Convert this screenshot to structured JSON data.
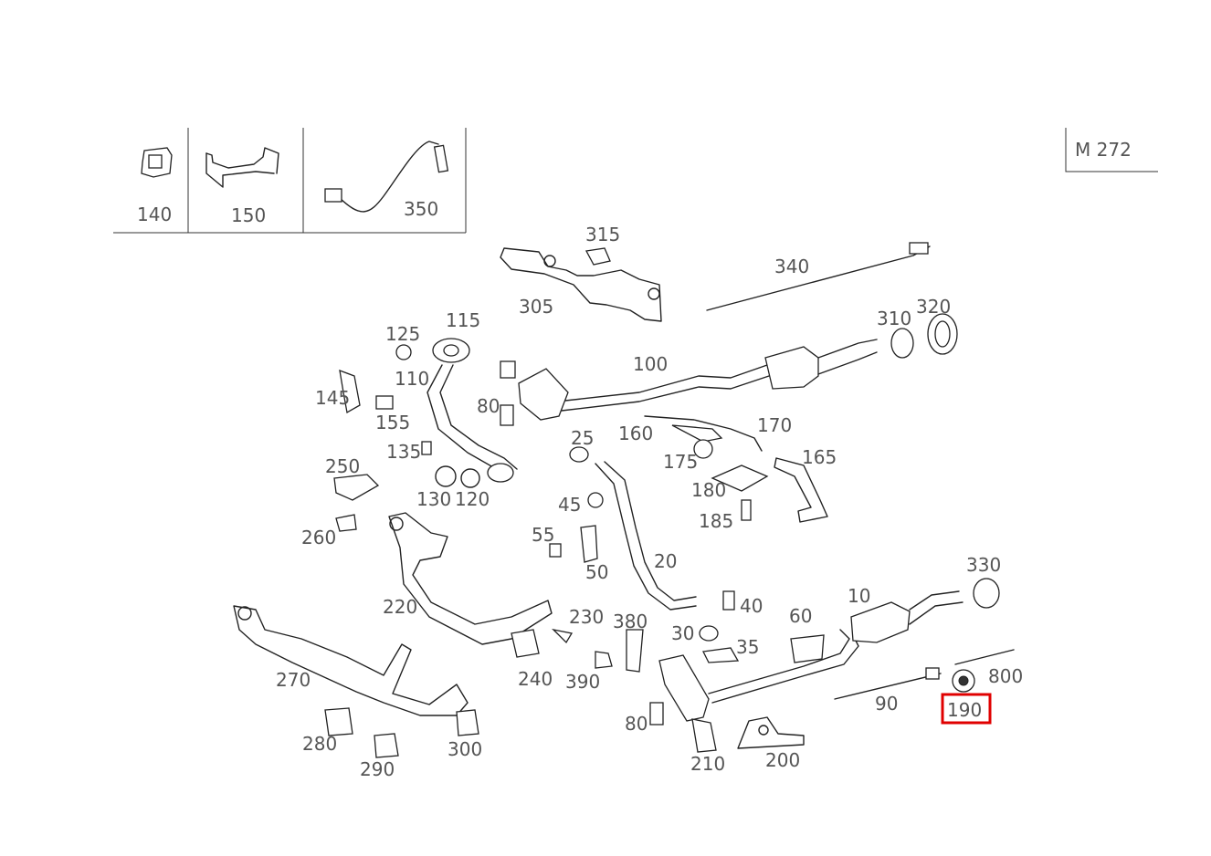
{
  "diagram": {
    "model_label": "M 272",
    "highlight_color": "#e00000",
    "highlighted_part": "190",
    "inset_parts": [
      "140",
      "150",
      "350"
    ],
    "parts": {
      "p10": "10",
      "p20": "20",
      "p25": "25",
      "p30": "30",
      "p35": "35",
      "p40": "40",
      "p45": "45",
      "p50": "50",
      "p55": "55",
      "p60": "60",
      "p80a": "80",
      "p80b": "80",
      "p90": "90",
      "p100": "100",
      "p110": "110",
      "p115": "115",
      "p120": "120",
      "p125": "125",
      "p130": "130",
      "p135": "135",
      "p140": "140",
      "p145": "145",
      "p150": "150",
      "p155": "155",
      "p160": "160",
      "p165": "165",
      "p170": "170",
      "p175": "175",
      "p180": "180",
      "p185": "185",
      "p190": "190",
      "p200": "200",
      "p210": "210",
      "p220": "220",
      "p230": "230",
      "p240": "240",
      "p250": "250",
      "p260": "260",
      "p270": "270",
      "p280": "280",
      "p290": "290",
      "p300a": "300",
      "p305": "305",
      "p310": "310",
      "p315": "315",
      "p320": "320",
      "p330": "330",
      "p340": "340",
      "p350": "350",
      "p380": "380",
      "p390": "390",
      "p800": "800"
    }
  }
}
